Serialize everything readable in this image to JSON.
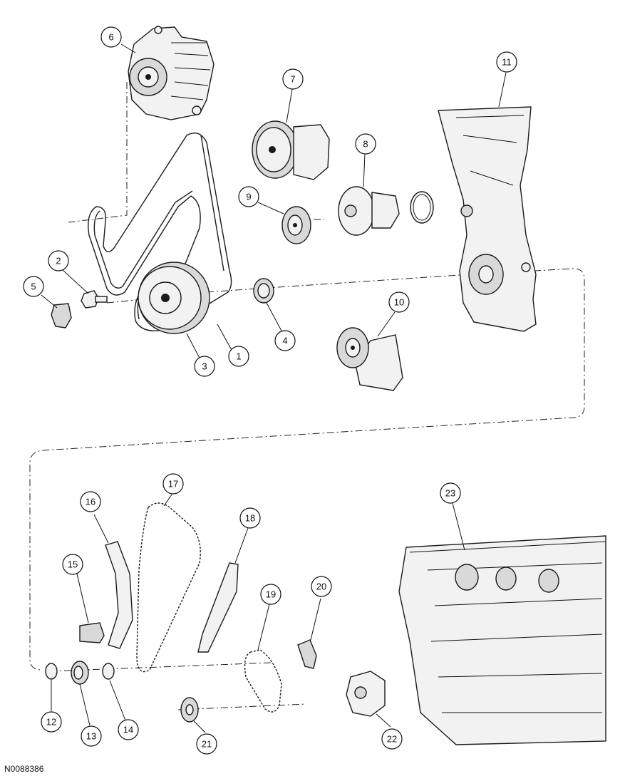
{
  "figure_id": "N0088386",
  "callouts": [
    {
      "id": "1",
      "label": "1"
    },
    {
      "id": "2",
      "label": "2"
    },
    {
      "id": "3",
      "label": "3"
    },
    {
      "id": "4",
      "label": "4"
    },
    {
      "id": "5",
      "label": "5"
    },
    {
      "id": "6",
      "label": "6"
    },
    {
      "id": "7",
      "label": "7"
    },
    {
      "id": "8",
      "label": "8"
    },
    {
      "id": "9",
      "label": "9"
    },
    {
      "id": "10",
      "label": "10"
    },
    {
      "id": "11",
      "label": "11"
    },
    {
      "id": "12",
      "label": "12"
    },
    {
      "id": "13",
      "label": "13"
    },
    {
      "id": "14",
      "label": "14"
    },
    {
      "id": "15",
      "label": "15"
    },
    {
      "id": "16",
      "label": "16"
    },
    {
      "id": "17",
      "label": "17"
    },
    {
      "id": "18",
      "label": "18"
    },
    {
      "id": "19",
      "label": "19"
    },
    {
      "id": "20",
      "label": "20"
    },
    {
      "id": "21",
      "label": "21"
    },
    {
      "id": "22",
      "label": "22"
    },
    {
      "id": "23",
      "label": "23"
    }
  ]
}
